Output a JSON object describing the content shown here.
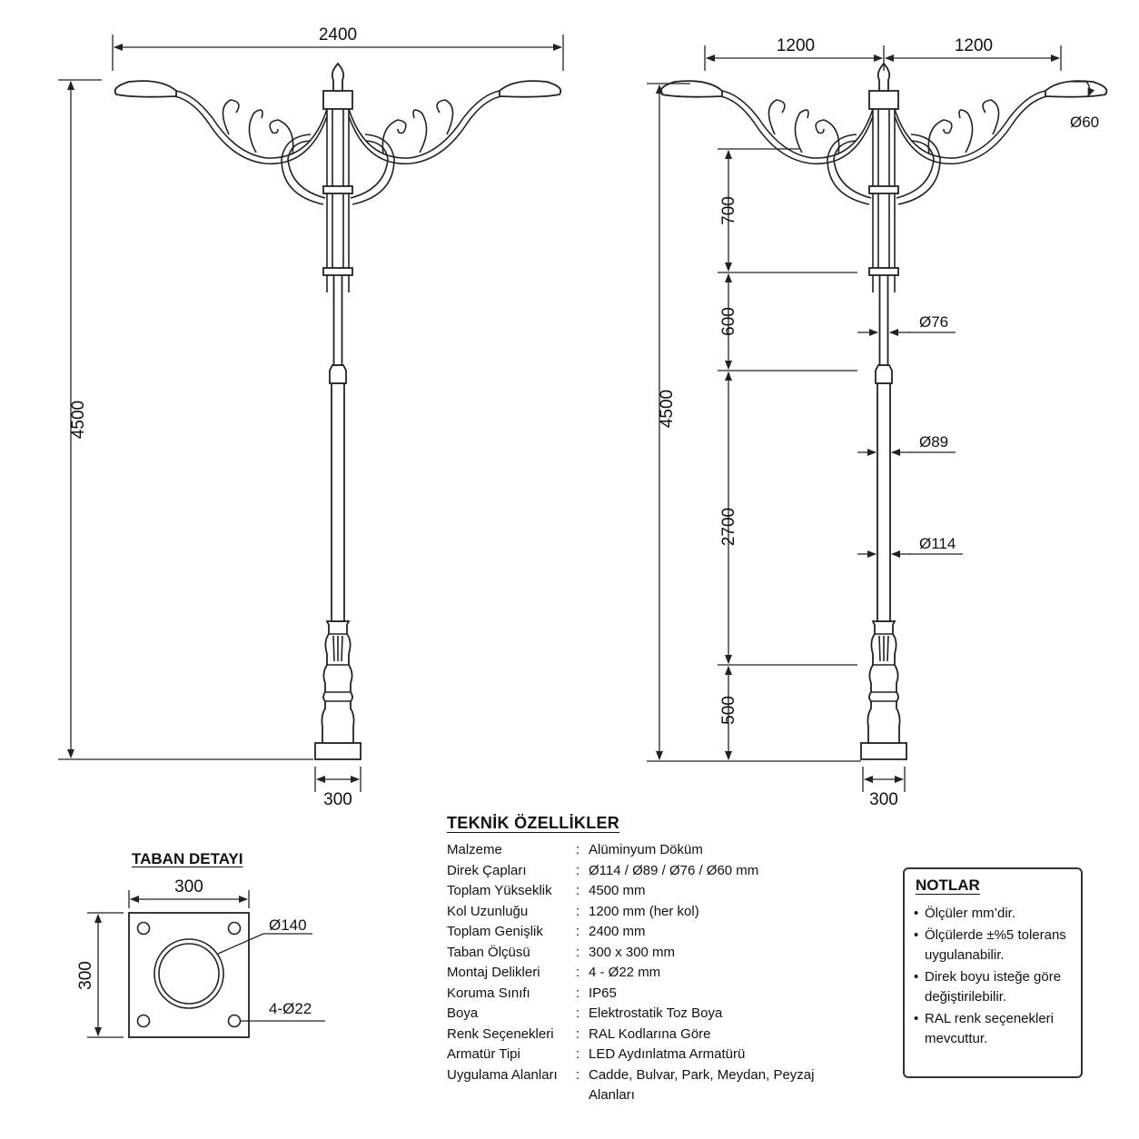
{
  "front_view": {
    "width_dim": "2400",
    "height_dim": "4500",
    "base_dim": "300"
  },
  "side_view": {
    "left_arm_dim": "1200",
    "right_arm_dim": "1200",
    "height_dim": "4500",
    "base_dim": "300",
    "segments": [
      "700",
      "600",
      "2700",
      "500"
    ],
    "diameters": {
      "top": "Ø60",
      "upper": "Ø76",
      "middle": "Ø89",
      "lower": "Ø114"
    }
  },
  "base_detail": {
    "title": "TABAN DETAYI",
    "width_dim": "300",
    "height_dim": "300",
    "hole_dim": "Ø140",
    "bolt_dim": "4-Ø22"
  },
  "specs": {
    "title": "TEKNİK ÖZELLİKLER",
    "rows": [
      {
        "key": "Malzeme",
        "value": "Alüminyum Döküm"
      },
      {
        "key": "Direk Çapları",
        "value": "Ø114 / Ø89 / Ø76 / Ø60 mm"
      },
      {
        "key": "Toplam Yükseklik",
        "value": "4500 mm"
      },
      {
        "key": "Kol Uzunluğu",
        "value": "1200 mm (her kol)"
      },
      {
        "key": "Toplam Genişlik",
        "value": "2400 mm"
      },
      {
        "key": "Taban Ölçüsü",
        "value": "300 x 300 mm"
      },
      {
        "key": "Montaj Delikleri",
        "value": "4 - Ø22 mm"
      },
      {
        "key": "Koruma Sınıfı",
        "value": "IP65"
      },
      {
        "key": "Boya",
        "value": "Elektrostatik Toz Boya"
      },
      {
        "key": "Renk Seçenekleri",
        "value": "RAL Kodlarına Göre"
      },
      {
        "key": "Armatür Tipi",
        "value": "LED Aydınlatma Armatürü"
      },
      {
        "key": "Uygulama Alanları",
        "value": "Cadde, Bulvar, Park, Meydan, Peyzaj Alanları"
      }
    ]
  },
  "notes": {
    "title": "NOTLAR",
    "items": [
      "Ölçüler mm’dir.",
      "Ölçülerde ±%5 tolerans uygulanabilir.",
      "Direk boyu isteğe göre değiştirilebilir.",
      "RAL renk seçenekleri mevcuttur."
    ]
  }
}
